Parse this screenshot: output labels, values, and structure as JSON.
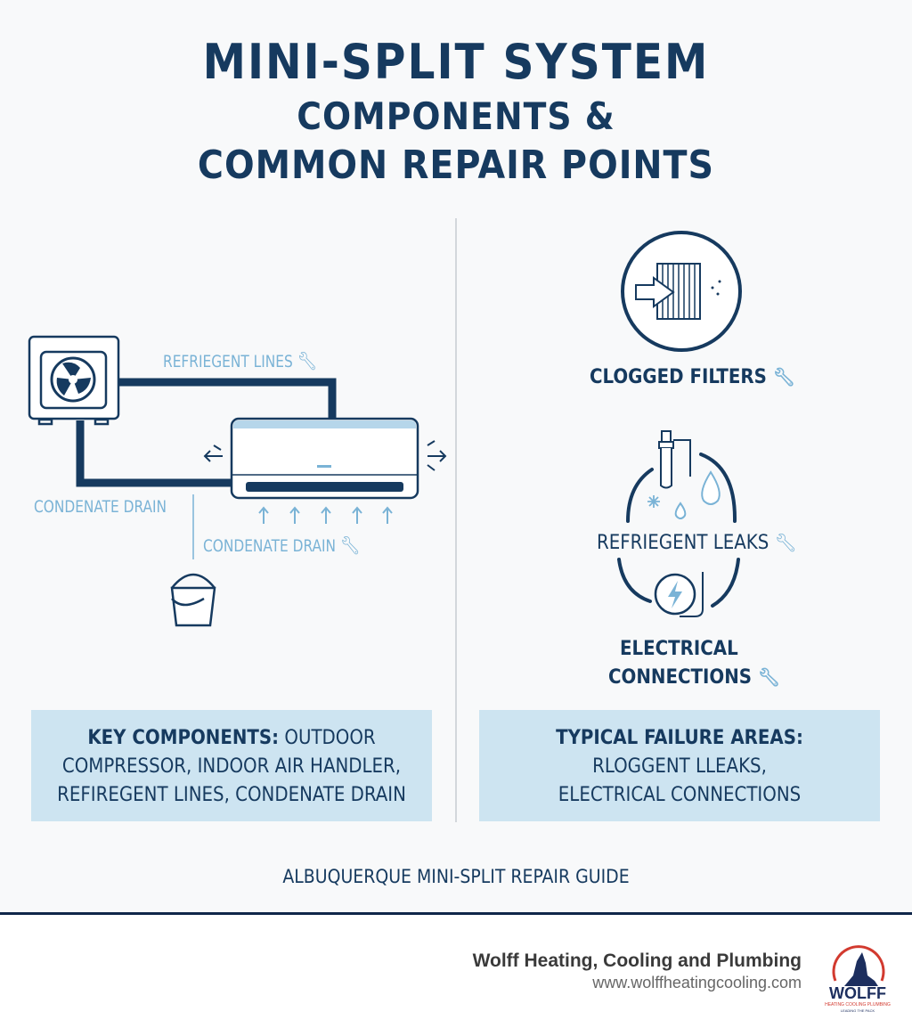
{
  "title": {
    "line1": "MINI-SPLIT SYSTEM",
    "line2": "COMPONENTS &",
    "line3": "COMMON REPAIR POINTS"
  },
  "diagram": {
    "refrigerant_lines": "REFRIEGENT LINES",
    "condensate_drain_left": "CONDENATE DRAIN",
    "condensate_drain_right": "CONDENATE DRAIN"
  },
  "failures": {
    "clogged_filters": "CLOGGED FILTERS",
    "refrigerant_leaks": "REFRIEGENT LEAKS",
    "electrical_line1": "ELECTRICAL",
    "electrical_line2": "CONNECTIONS"
  },
  "key_box": {
    "heading": "KEY COMPONENTS:",
    "text1": " OUTDOOR",
    "text2": "COMPRESSOR, INDOOR AIR HANDLER,",
    "text3": "REFIREGENT LINES, CONDENATE DRAIN"
  },
  "failure_box": {
    "heading": "TYPICAL FAILURE AREAS:",
    "text1": "RLOGGENT LLEAKS,",
    "text2": "ELECTRICAL CONNECTIONS"
  },
  "footer": {
    "guide": "ALBUQUERQUE MINI-SPLIT REPAIR GUIDE",
    "company": "Wolff Heating, Cooling and Plumbing",
    "url": "www.wolffheatingcooling.com",
    "logo_text": "WOLFF",
    "logo_sub": "HEATING COOLING PLUMBING",
    "logo_tag": "LEADING THE PACK"
  },
  "colors": {
    "navy": "#163a5f",
    "light_blue": "#7ab3d6",
    "box_bg": "#cde4f1",
    "logo_red": "#d23a2f"
  },
  "icons": [
    "fan-icon",
    "wrench-icon",
    "bucket-icon",
    "filter-icon",
    "faucet-drip-icon",
    "snowflake-icon",
    "water-drop-icon",
    "lightning-icon",
    "wolf-logo"
  ]
}
